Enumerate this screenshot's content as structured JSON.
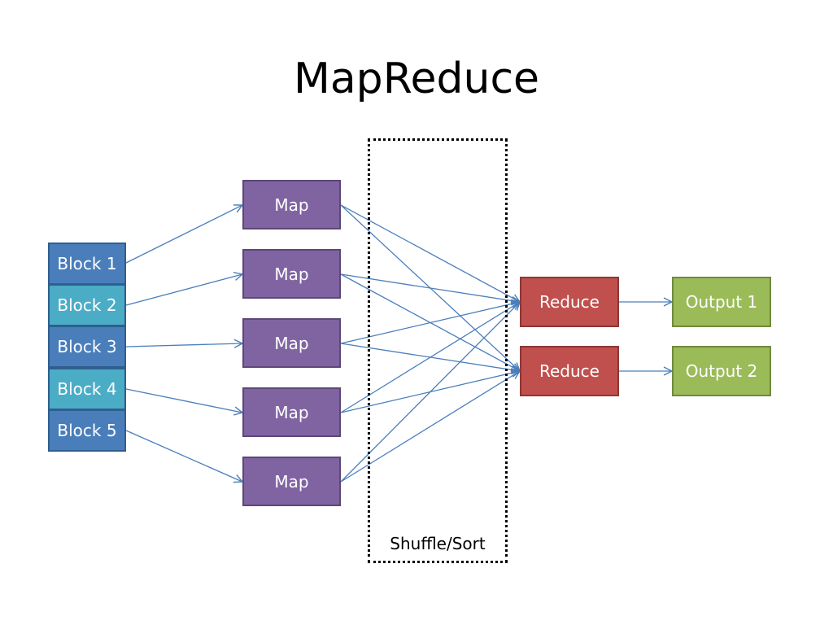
{
  "title": "MapReduce",
  "blocks": [
    {
      "label": "Block 1"
    },
    {
      "label": "Block 2"
    },
    {
      "label": "Block 3"
    },
    {
      "label": "Block 4"
    },
    {
      "label": "Block 5"
    }
  ],
  "maps": [
    {
      "label": "Map"
    },
    {
      "label": "Map"
    },
    {
      "label": "Map"
    },
    {
      "label": "Map"
    },
    {
      "label": "Map"
    }
  ],
  "reducers": [
    {
      "label": "Reduce"
    },
    {
      "label": "Reduce"
    }
  ],
  "outputs": [
    {
      "label": "Output 1"
    },
    {
      "label": "Output 2"
    }
  ],
  "shuffle": {
    "label": "Shuffle/Sort"
  },
  "colors": {
    "block_dark": "#4a7ebb",
    "block_light": "#4bacc6",
    "map": "#8064a2",
    "reduce": "#c0504d",
    "output": "#9bbb59",
    "arrow": "#4a7ebb"
  }
}
